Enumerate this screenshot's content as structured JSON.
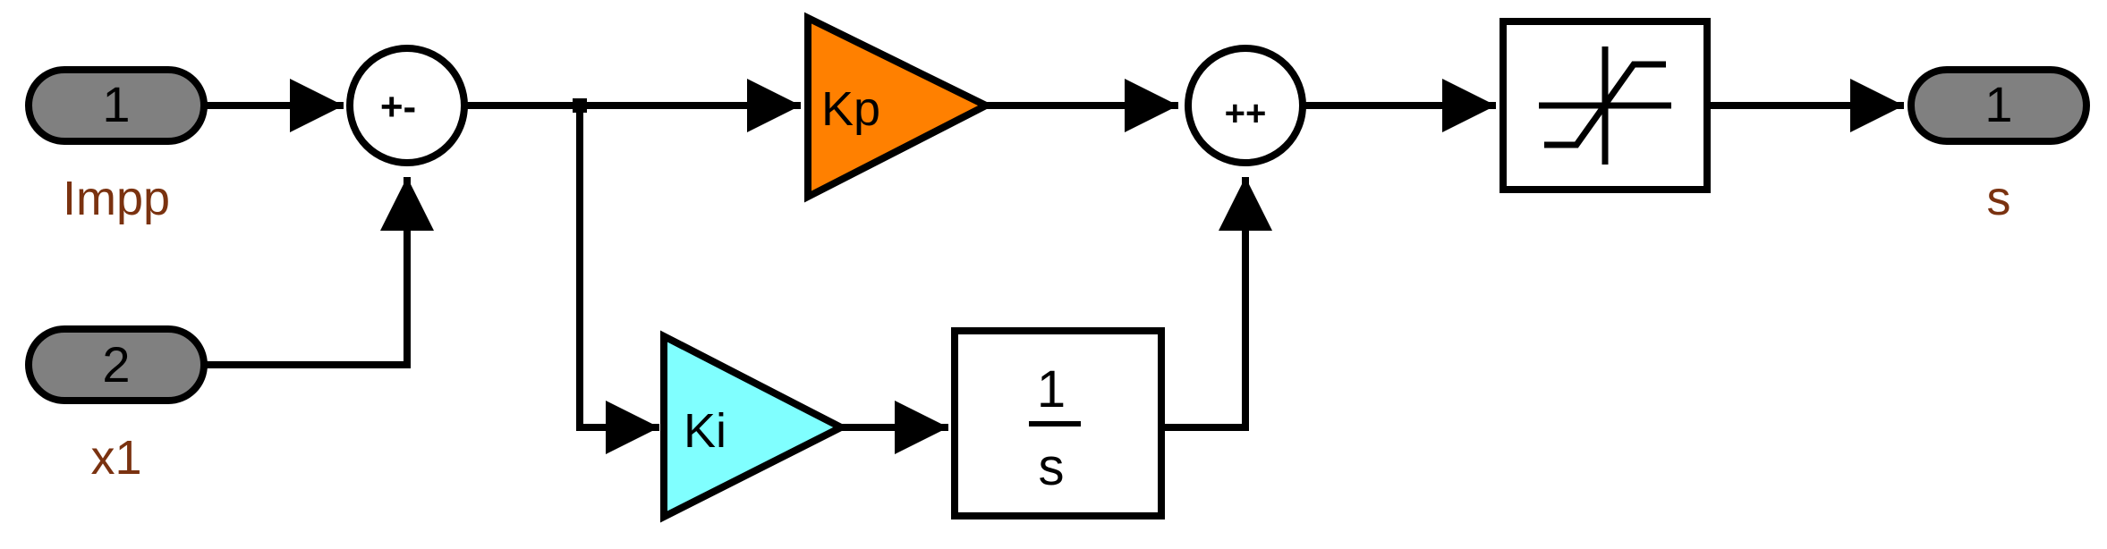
{
  "diagram": {
    "colors": {
      "line": "#000000",
      "port_fill": "#808080",
      "kp_fill": "#ff8000",
      "ki_fill": "#80ffff",
      "block_fill": "#ffffff",
      "label": "#7a3210"
    },
    "inports": [
      {
        "number": "1",
        "name": "Impp"
      },
      {
        "number": "2",
        "name": "x1"
      }
    ],
    "outport": {
      "number": "1",
      "name": "s"
    },
    "sum1": {
      "signs": "+-"
    },
    "sum2": {
      "signs": "++"
    },
    "gain_p": {
      "label": "Kp"
    },
    "gain_i": {
      "label": "Ki"
    },
    "integrator": {
      "numerator": "1",
      "denominator": "s"
    },
    "saturation": {
      "icon": "saturation-icon"
    }
  }
}
